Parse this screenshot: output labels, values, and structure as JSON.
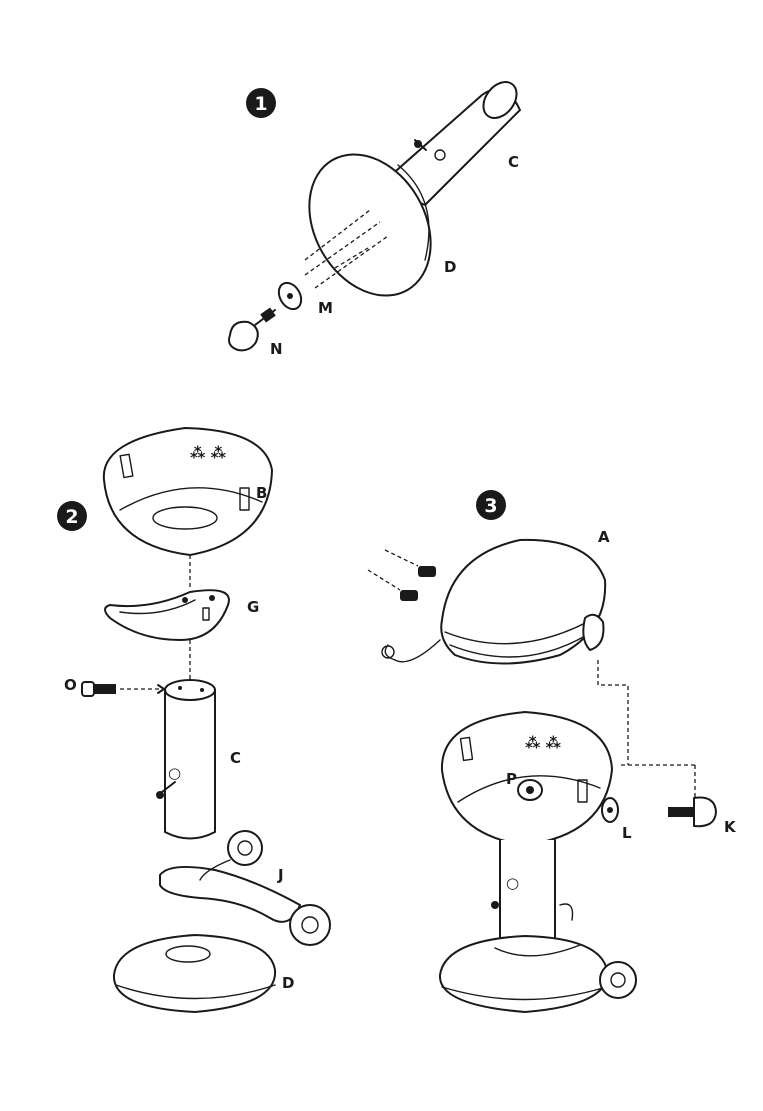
{
  "steps": [
    {
      "number": "1"
    },
    {
      "number": "2"
    },
    {
      "number": "3"
    }
  ],
  "step1": {
    "labels": {
      "c": "C",
      "d": "D",
      "m": "M",
      "n": "N"
    }
  },
  "step2": {
    "labels": {
      "b": "B",
      "g": "G",
      "o": "O",
      "c": "C",
      "j": "J",
      "d": "D"
    }
  },
  "step3": {
    "labels": {
      "a": "A",
      "p": "P",
      "l": "L",
      "k": "K"
    }
  }
}
